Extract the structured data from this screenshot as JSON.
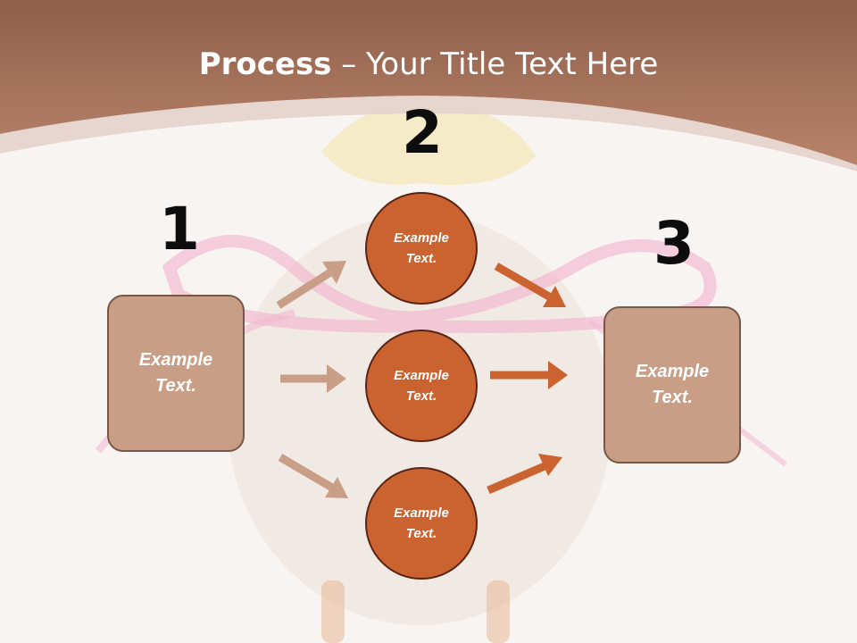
{
  "title": {
    "bold": "Process",
    "rest": " – Your Title Text Here"
  },
  "steps": {
    "step1_number": "1",
    "step2_number": "2",
    "step3_number": "3"
  },
  "left_box": {
    "text": "Example\nText."
  },
  "circles": [
    {
      "text": "Example\nText."
    },
    {
      "text": "Example\nText."
    },
    {
      "text": "Example\nText."
    }
  ],
  "right_box": {
    "text": "Example\nText."
  },
  "colors": {
    "header": "#a6705a",
    "box_fill": "#c99e87",
    "circle_fill": "#cb6330",
    "arrow_light": "#c99e87",
    "arrow_dark": "#cb6330"
  }
}
